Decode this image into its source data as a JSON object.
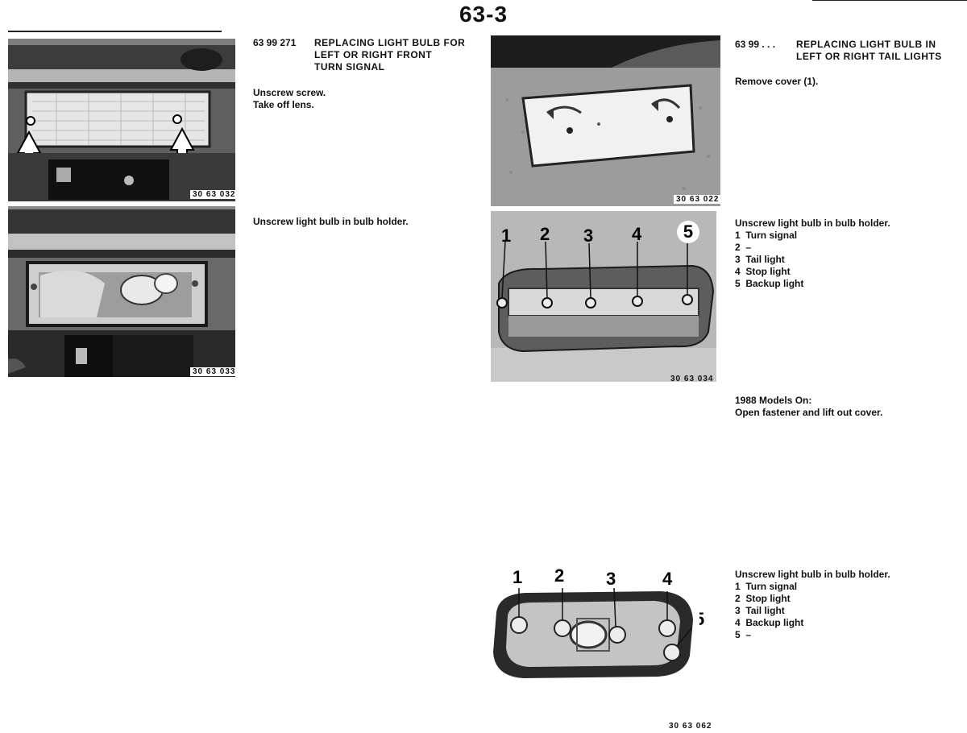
{
  "page_number": "63-3",
  "left_section": {
    "code": "63 99 271",
    "heading_lines": [
      "REPLACING LIGHT BULB FOR",
      "LEFT OR RIGHT FRONT",
      "TURN SIGNAL"
    ],
    "step1_lines": [
      "Unscrew screw.",
      "Take off lens."
    ],
    "figure1_label": "30 63 032",
    "step2_text": "Unscrew light bulb in bulb holder.",
    "figure2_label": "30 63 033"
  },
  "right_section": {
    "code": "63 99 . . .",
    "heading_lines": [
      "REPLACING LIGHT BULB IN",
      "LEFT OR RIGHT TAIL LIGHTS"
    ],
    "step1_text": "Remove cover (1).",
    "figure1_label": "30 63 022",
    "step2_title": "Unscrew light bulb in bulb holder.",
    "step2_items": [
      "1  Turn signal",
      "2  –",
      "3  Tail light",
      "4  Stop light",
      "5  Backup light"
    ],
    "figure2_label": "30 63 034",
    "figure2_callouts": [
      "1",
      "2",
      "3",
      "4",
      "5"
    ],
    "models_note_lines": [
      "1988 Models On:",
      "Open fastener and lift out cover."
    ],
    "step3_title": "Unscrew light bulb in bulb holder.",
    "step3_items": [
      "1  Turn signal",
      "2  Stop light",
      "3  Tail light",
      "4  Backup light",
      "5  –"
    ],
    "figure3_label": "30 63 062",
    "figure3_callouts": [
      "1",
      "2",
      "3",
      "4",
      "5"
    ]
  }
}
